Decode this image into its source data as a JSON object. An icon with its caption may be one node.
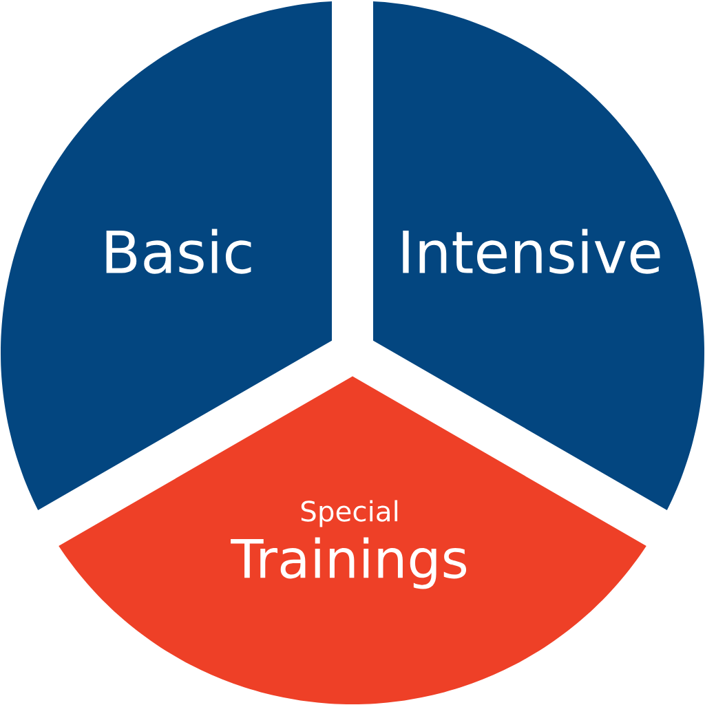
{
  "diagram": {
    "nodes": [
      {
        "text": [
          "Basic"
        ]
      },
      {
        "text": [
          "Intensive"
        ]
      },
      {
        "text": [
          "Special",
          "Trainings"
        ]
      }
    ]
  }
}
